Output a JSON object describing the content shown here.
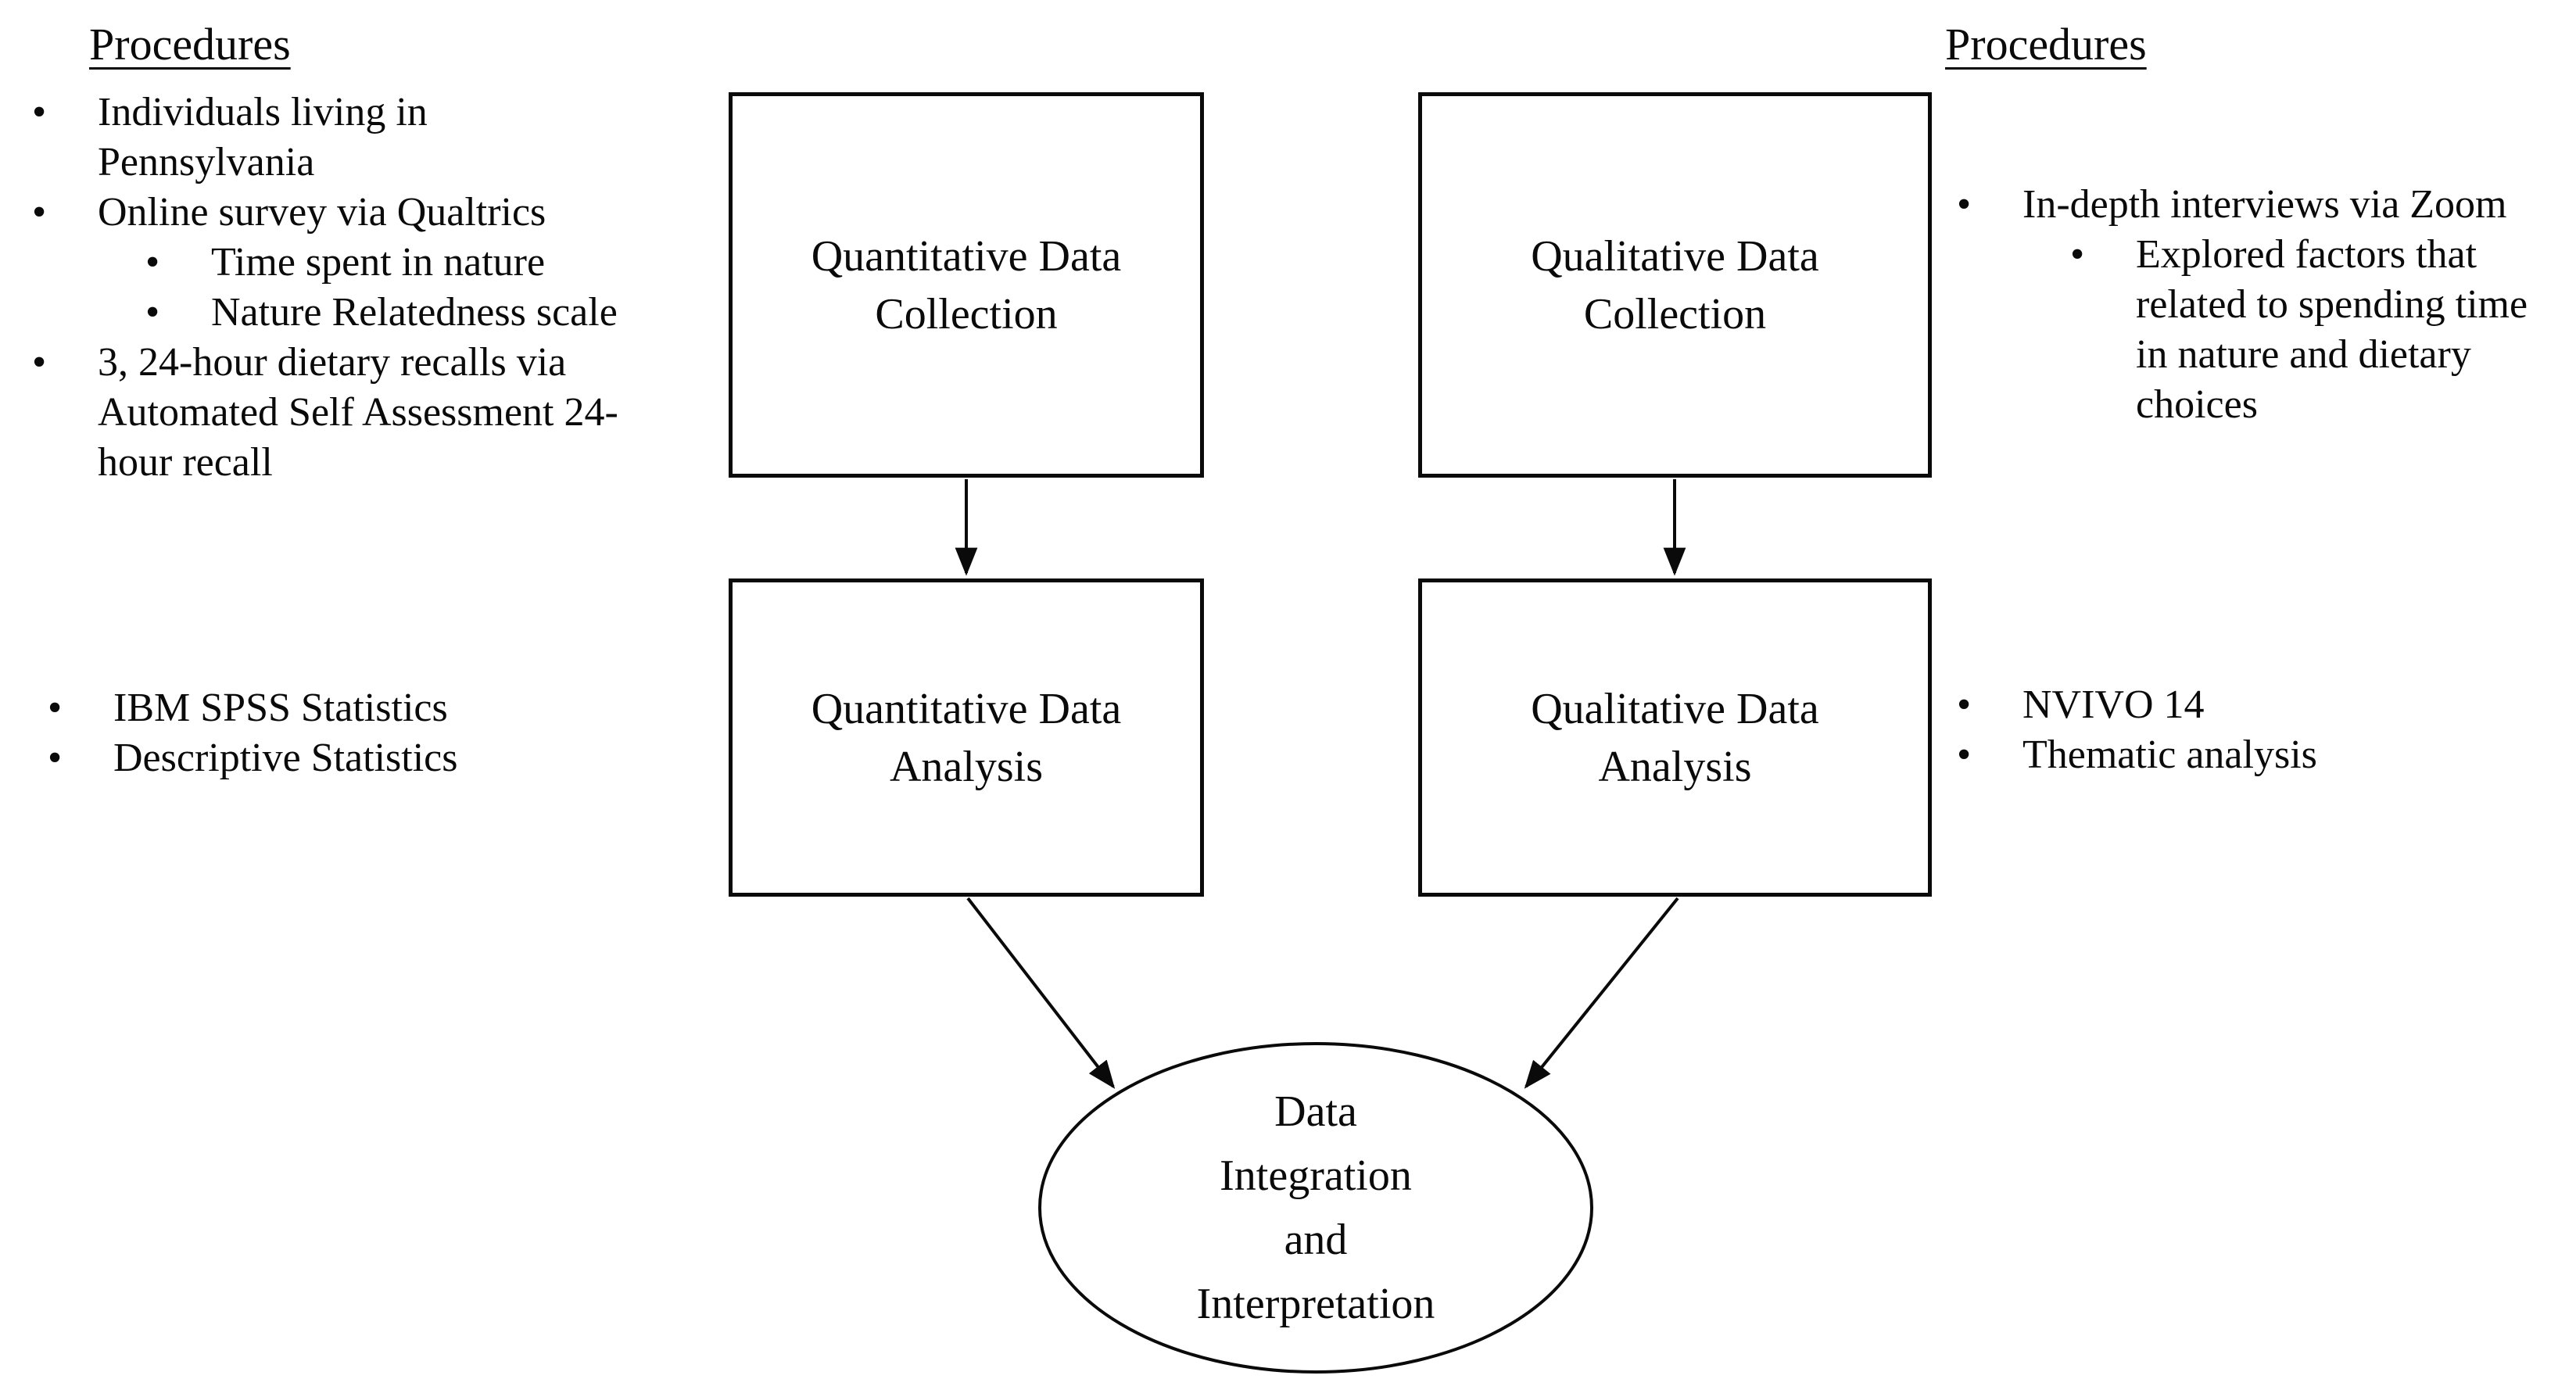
{
  "glyphs": {
    "bullet": "•"
  },
  "colors": {
    "ink": "#0a0a0a",
    "background": "#ffffff"
  },
  "left_panel": {
    "heading": "Procedures",
    "items": [
      {
        "text": "Individuals living in"
      },
      {
        "text": "Pennsylvania"
      },
      {
        "text": "Online survey via Qualtrics"
      },
      {
        "text": "Time spent in nature"
      },
      {
        "text": "Nature Relatedness scale"
      },
      {
        "text": "3, 24-hour dietary recalls via"
      },
      {
        "text": "Automated Self Assessment 24-"
      },
      {
        "text": "hour recall"
      }
    ],
    "analysis_notes": [
      {
        "text": "IBM SPSS Statistics"
      },
      {
        "text": "Descriptive Statistics"
      }
    ]
  },
  "right_panel": {
    "heading": "Procedures",
    "items": [
      {
        "text": "In-depth interviews via Zoom"
      },
      {
        "text": "Explored factors that"
      },
      {
        "text": "related to spending time"
      },
      {
        "text": "in nature and dietary"
      },
      {
        "text": "choices"
      }
    ],
    "analysis_notes": [
      {
        "text": "NVIVO 14"
      },
      {
        "text": "Thematic analysis"
      }
    ]
  },
  "flowchart": {
    "boxes": {
      "quantitative_collection": {
        "label": "Quantitative Data\nCollection"
      },
      "qualitative_collection": {
        "label": "Qualitative Data\nCollection"
      },
      "quantitative_analysis": {
        "label": "Quantitative Data\nAnalysis"
      },
      "qualitative_analysis": {
        "label": "Qualitative Data\nAnalysis"
      }
    },
    "ellipse": {
      "label": "Data\nIntegration\nand\nInterpretation"
    }
  }
}
